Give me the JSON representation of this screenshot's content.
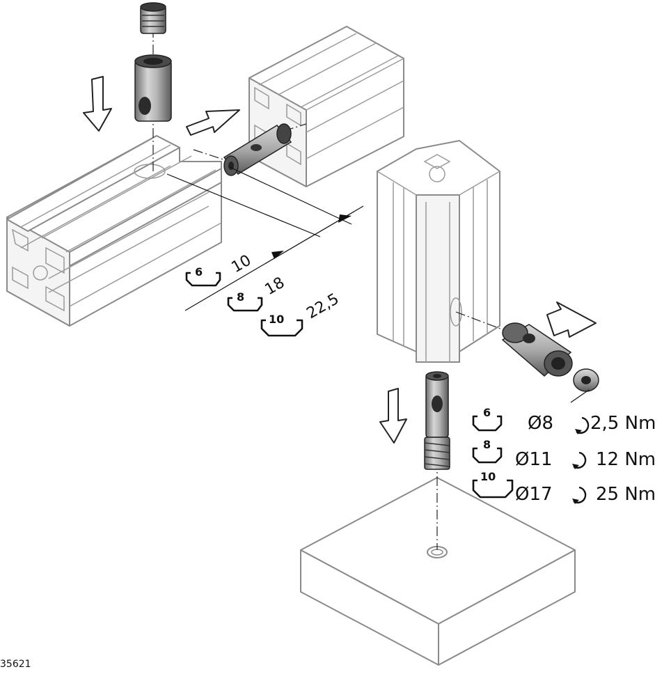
{
  "figure_id": "35621",
  "dimensions": [
    {
      "key": "6",
      "value": "10"
    },
    {
      "key": "8",
      "value": "18"
    },
    {
      "key": "10",
      "value": "22,5"
    }
  ],
  "specs": [
    {
      "key": "6",
      "diameter": "Ø8",
      "torque": "2,5 Nm"
    },
    {
      "key": "8",
      "diameter": "Ø11",
      "torque": "12 Nm"
    },
    {
      "key": "10",
      "diameter": "Ø17",
      "torque": "25 Nm"
    }
  ]
}
